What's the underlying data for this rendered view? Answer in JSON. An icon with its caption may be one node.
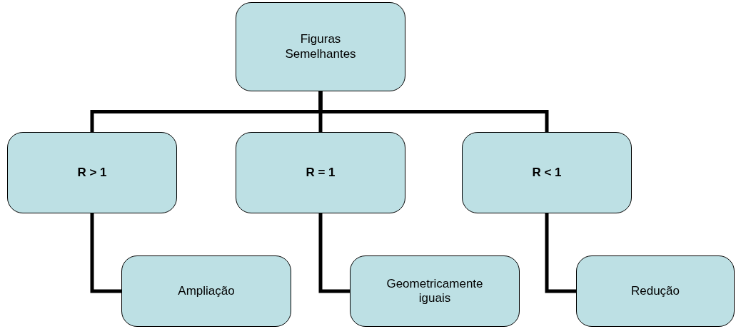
{
  "diagram": {
    "nodes": [
      {
        "text": [
          "Figuras Semelhantes"
        ]
      },
      {
        "text": [
          "R > 1"
        ]
      },
      {
        "text": [
          "R = 1"
        ]
      },
      {
        "text": [
          "R < 1"
        ]
      },
      {
        "text": [
          "Ampliação"
        ]
      },
      {
        "text": [
          "Geometricamente iguais"
        ]
      },
      {
        "text": [
          "Redução"
        ]
      }
    ],
    "edges": [
      {
        "from": 0,
        "to": 1,
        "arrow": "none"
      },
      {
        "from": 0,
        "to": 2,
        "arrow": "none"
      },
      {
        "from": 0,
        "to": 3,
        "arrow": "none"
      },
      {
        "from": 1,
        "to": 4,
        "arrow": "none"
      },
      {
        "from": 2,
        "to": 5,
        "arrow": "none"
      },
      {
        "from": 3,
        "to": 6,
        "arrow": "none"
      }
    ]
  }
}
